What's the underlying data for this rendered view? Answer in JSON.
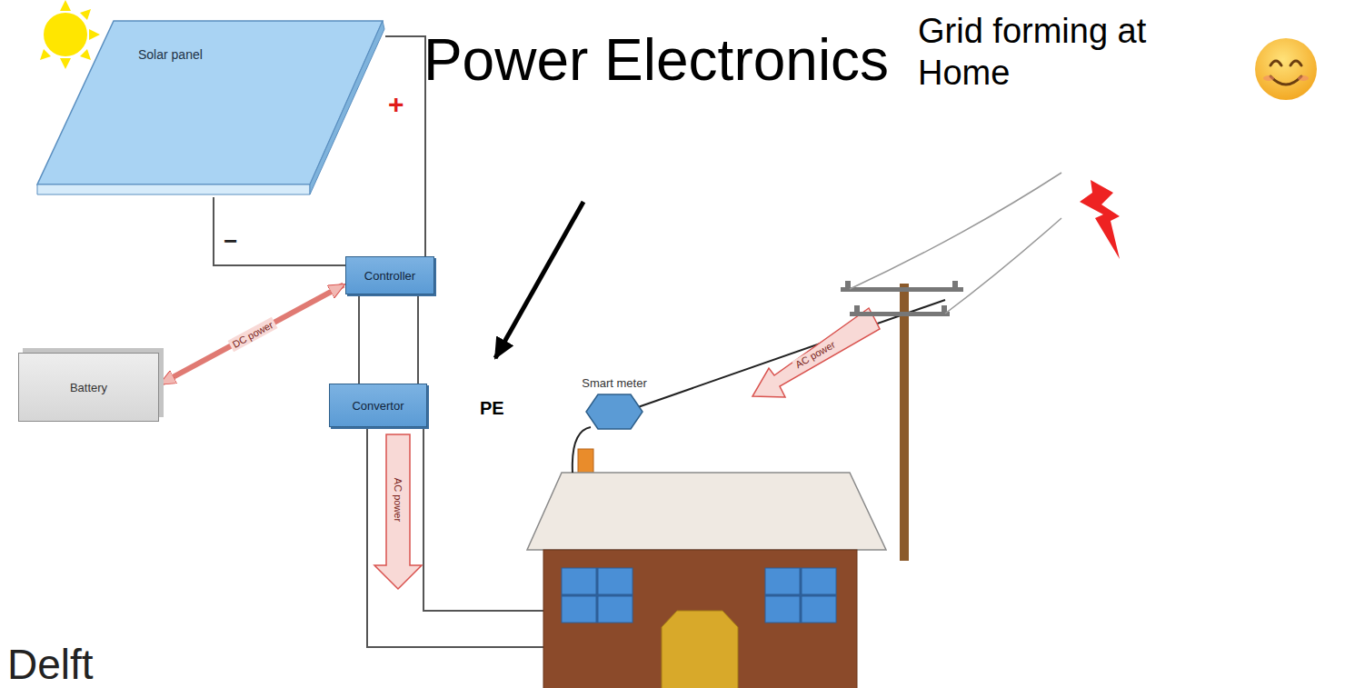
{
  "diagram": {
    "nodes": [
      {
        "text": [
          "Solar panel"
        ]
      },
      {
        "text": [
          "Controller"
        ]
      },
      {
        "text": [
          "Battery"
        ]
      },
      {
        "text": [
          "Convertor"
        ]
      },
      {
        "text": [
          "Smart meter"
        ]
      }
    ],
    "edges": [
      {
        "from": 0,
        "to": 1,
        "arrow": "none"
      },
      {
        "from": 2,
        "to": 1,
        "arrow": "both",
        "label": "DC power"
      },
      {
        "from": 1,
        "to": 3,
        "arrow": "none"
      }
    ],
    "labels": [
      "Power Electronics",
      "Grid forming at Home",
      "+",
      "−",
      "PE",
      "AC power",
      "AC power",
      "Delft"
    ]
  }
}
